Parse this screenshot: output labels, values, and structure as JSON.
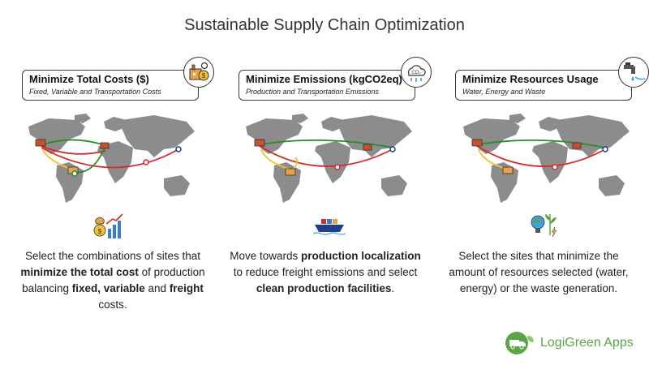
{
  "title": "Sustainable Supply Chain Optimization",
  "cards": [
    {
      "title": "Minimize Total Costs ($)",
      "subtitle": "Fixed, Variable and Transportation Costs",
      "badge_icon": "factory-cost-icon",
      "desc": [
        "Select the combinations of sites that ",
        "minimize the total cost",
        " of production balancing ",
        "fixed, variable",
        " and ",
        "freight",
        " costs."
      ]
    },
    {
      "title": "Minimize Emissions (kgCO2eq)",
      "subtitle": "Production and Transportation Emissions",
      "badge_icon": "co2-cloud-icon",
      "badge_text": "CO₂",
      "desc": [
        "Move towards ",
        "production localization",
        " to reduce freight emissions and select ",
        "clean production facilities",
        "."
      ]
    },
    {
      "title": "Minimize Resources Usage",
      "subtitle": "Water, Energy and Waste",
      "badge_icon": "water-tap-icon",
      "desc": [
        "Select the sites that minimize the amount of resources selected (water, energy) or the waste generation."
      ]
    }
  ],
  "brand": {
    "name": "LogiGreen Apps",
    "color": "#5aa544"
  },
  "colors": {
    "map_land": "#8c8c8c",
    "route_green": "#2a8c2a",
    "route_red": "#d42a2a",
    "route_yellow": "#f2c230",
    "node_blue": "#1f3e8c"
  }
}
